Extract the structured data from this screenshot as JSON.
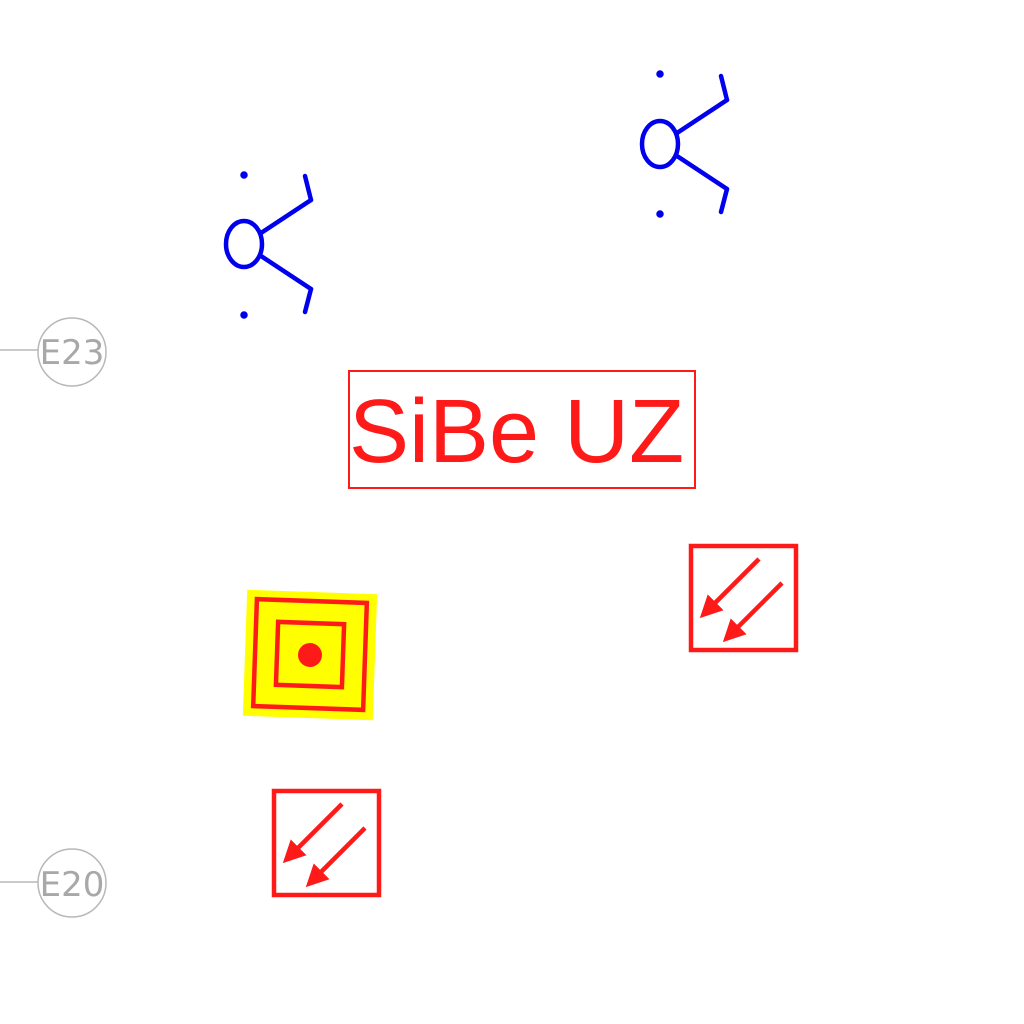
{
  "colors": {
    "background": "#ffffff",
    "grid": "#b8b8b8",
    "grid_text": "#a8a8a8",
    "symbol_blue": "#0000ee",
    "symbol_red": "#ff1a1a",
    "highlight_yellow": "#ffff00"
  },
  "grid_markers": [
    {
      "label": "E23"
    },
    {
      "label": "E20"
    }
  ],
  "label_box": {
    "text": "SiBe UZ"
  },
  "symbols": [
    {
      "type": "detector-symbol",
      "icon": "detector-icon"
    },
    {
      "type": "detector-symbol",
      "icon": "detector-icon"
    },
    {
      "type": "target-symbol",
      "icon": "target-icon",
      "highlighted": true
    },
    {
      "type": "arrow-box-symbol",
      "icon": "double-arrow-icon"
    },
    {
      "type": "arrow-box-symbol",
      "icon": "double-arrow-icon"
    }
  ]
}
